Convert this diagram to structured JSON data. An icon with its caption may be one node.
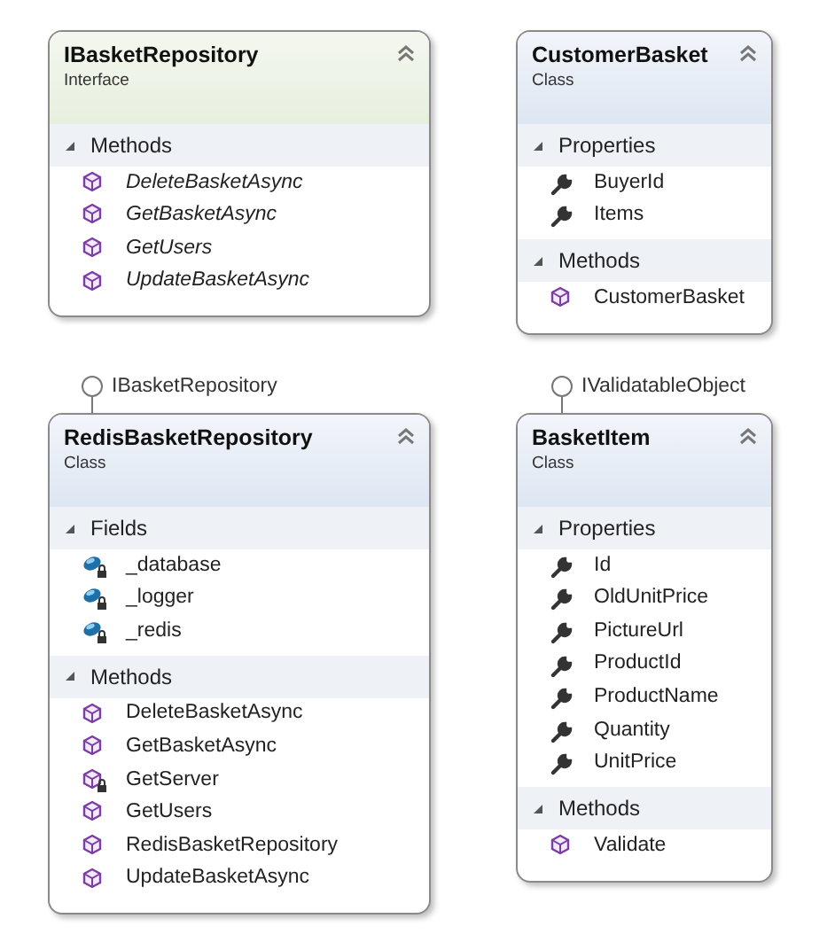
{
  "diagram": {
    "nodes": [
      {
        "text": [
          "IBasketRepository",
          "Interface"
        ]
      },
      {
        "text": [
          "Methods",
          "DeleteBasketAsync",
          "GetBasketAsync",
          "GetUsers",
          "UpdateBasketAsync"
        ],
        "in": 0
      },
      {
        "text": [
          "CustomerBasket",
          "Class"
        ]
      },
      {
        "text": [
          "Properties",
          "BuyerId",
          "Items"
        ],
        "in": 2
      },
      {
        "text": [
          "Methods",
          "CustomerBasket"
        ],
        "in": 2
      },
      {
        "text": [],
        "shape": "circle",
        "beside": [
          "IBasketRepository"
        ]
      },
      {
        "text": [
          "RedisBasketRepository",
          "Class"
        ]
      },
      {
        "text": [
          "Fields",
          "_database",
          "_logger",
          "_redis"
        ],
        "in": 6
      },
      {
        "text": [
          "Methods",
          "DeleteBasketAsync",
          "GetBasketAsync",
          "GetServer",
          "GetUsers",
          "RedisBasketRepository",
          "UpdateBasketAsync"
        ],
        "in": 6
      },
      {
        "text": [],
        "shape": "circle",
        "beside": [
          "IValidatableObject"
        ]
      },
      {
        "text": [
          "BasketItem",
          "Class"
        ]
      },
      {
        "text": [
          "Properties",
          "Id",
          "OldUnitPrice",
          "PictureUrl",
          "ProductId",
          "ProductName",
          "Quantity",
          "UnitPrice"
        ],
        "in": 10
      },
      {
        "text": [
          "Methods",
          "Validate"
        ],
        "in": 10
      }
    ],
    "edges": [
      {
        "from": 5,
        "to": 6,
        "arrow": "none"
      },
      {
        "from": 9,
        "to": 10,
        "arrow": "none"
      }
    ]
  }
}
